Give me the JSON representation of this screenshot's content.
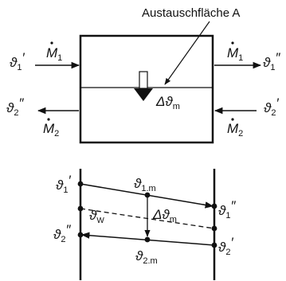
{
  "top": {
    "area_label": "Austauschfläche A",
    "m1_in": "M",
    "m1_in_sub": "1",
    "m1_out": "M",
    "m1_out_sub": "1",
    "m2_in": "M",
    "m2_in_sub": "2",
    "m2_out": "M",
    "m2_out_sub": "2",
    "t1_in": "ϑ",
    "t1_in_sub": "1",
    "t1_in_mark": "′",
    "t1_out": "ϑ",
    "t1_out_sub": "1",
    "t1_out_mark": "″",
    "t2_out": "ϑ",
    "t2_out_sub": "2",
    "t2_out_mark": "″",
    "t2_in": "ϑ",
    "t2_in_sub": "2",
    "t2_in_mark": "′",
    "delta": "Δϑ",
    "delta_sub": "m"
  },
  "bottom": {
    "t1_in": "ϑ",
    "t1_in_sub": "1",
    "t1_in_mark": "′",
    "t1_out": "ϑ",
    "t1_out_sub": "1",
    "t1_out_mark": "″",
    "t2_out": "ϑ",
    "t2_out_sub": "2",
    "t2_out_mark": "″",
    "t2_in": "ϑ",
    "t2_in_sub": "2",
    "t2_in_mark": "′",
    "t1m": "ϑ",
    "t1m_sub": "1.m",
    "t2m": "ϑ",
    "t2m_sub": "2.m",
    "tw": "ϑ",
    "tw_sub": "W",
    "delta": "Δϑ",
    "delta_sub": "m"
  }
}
